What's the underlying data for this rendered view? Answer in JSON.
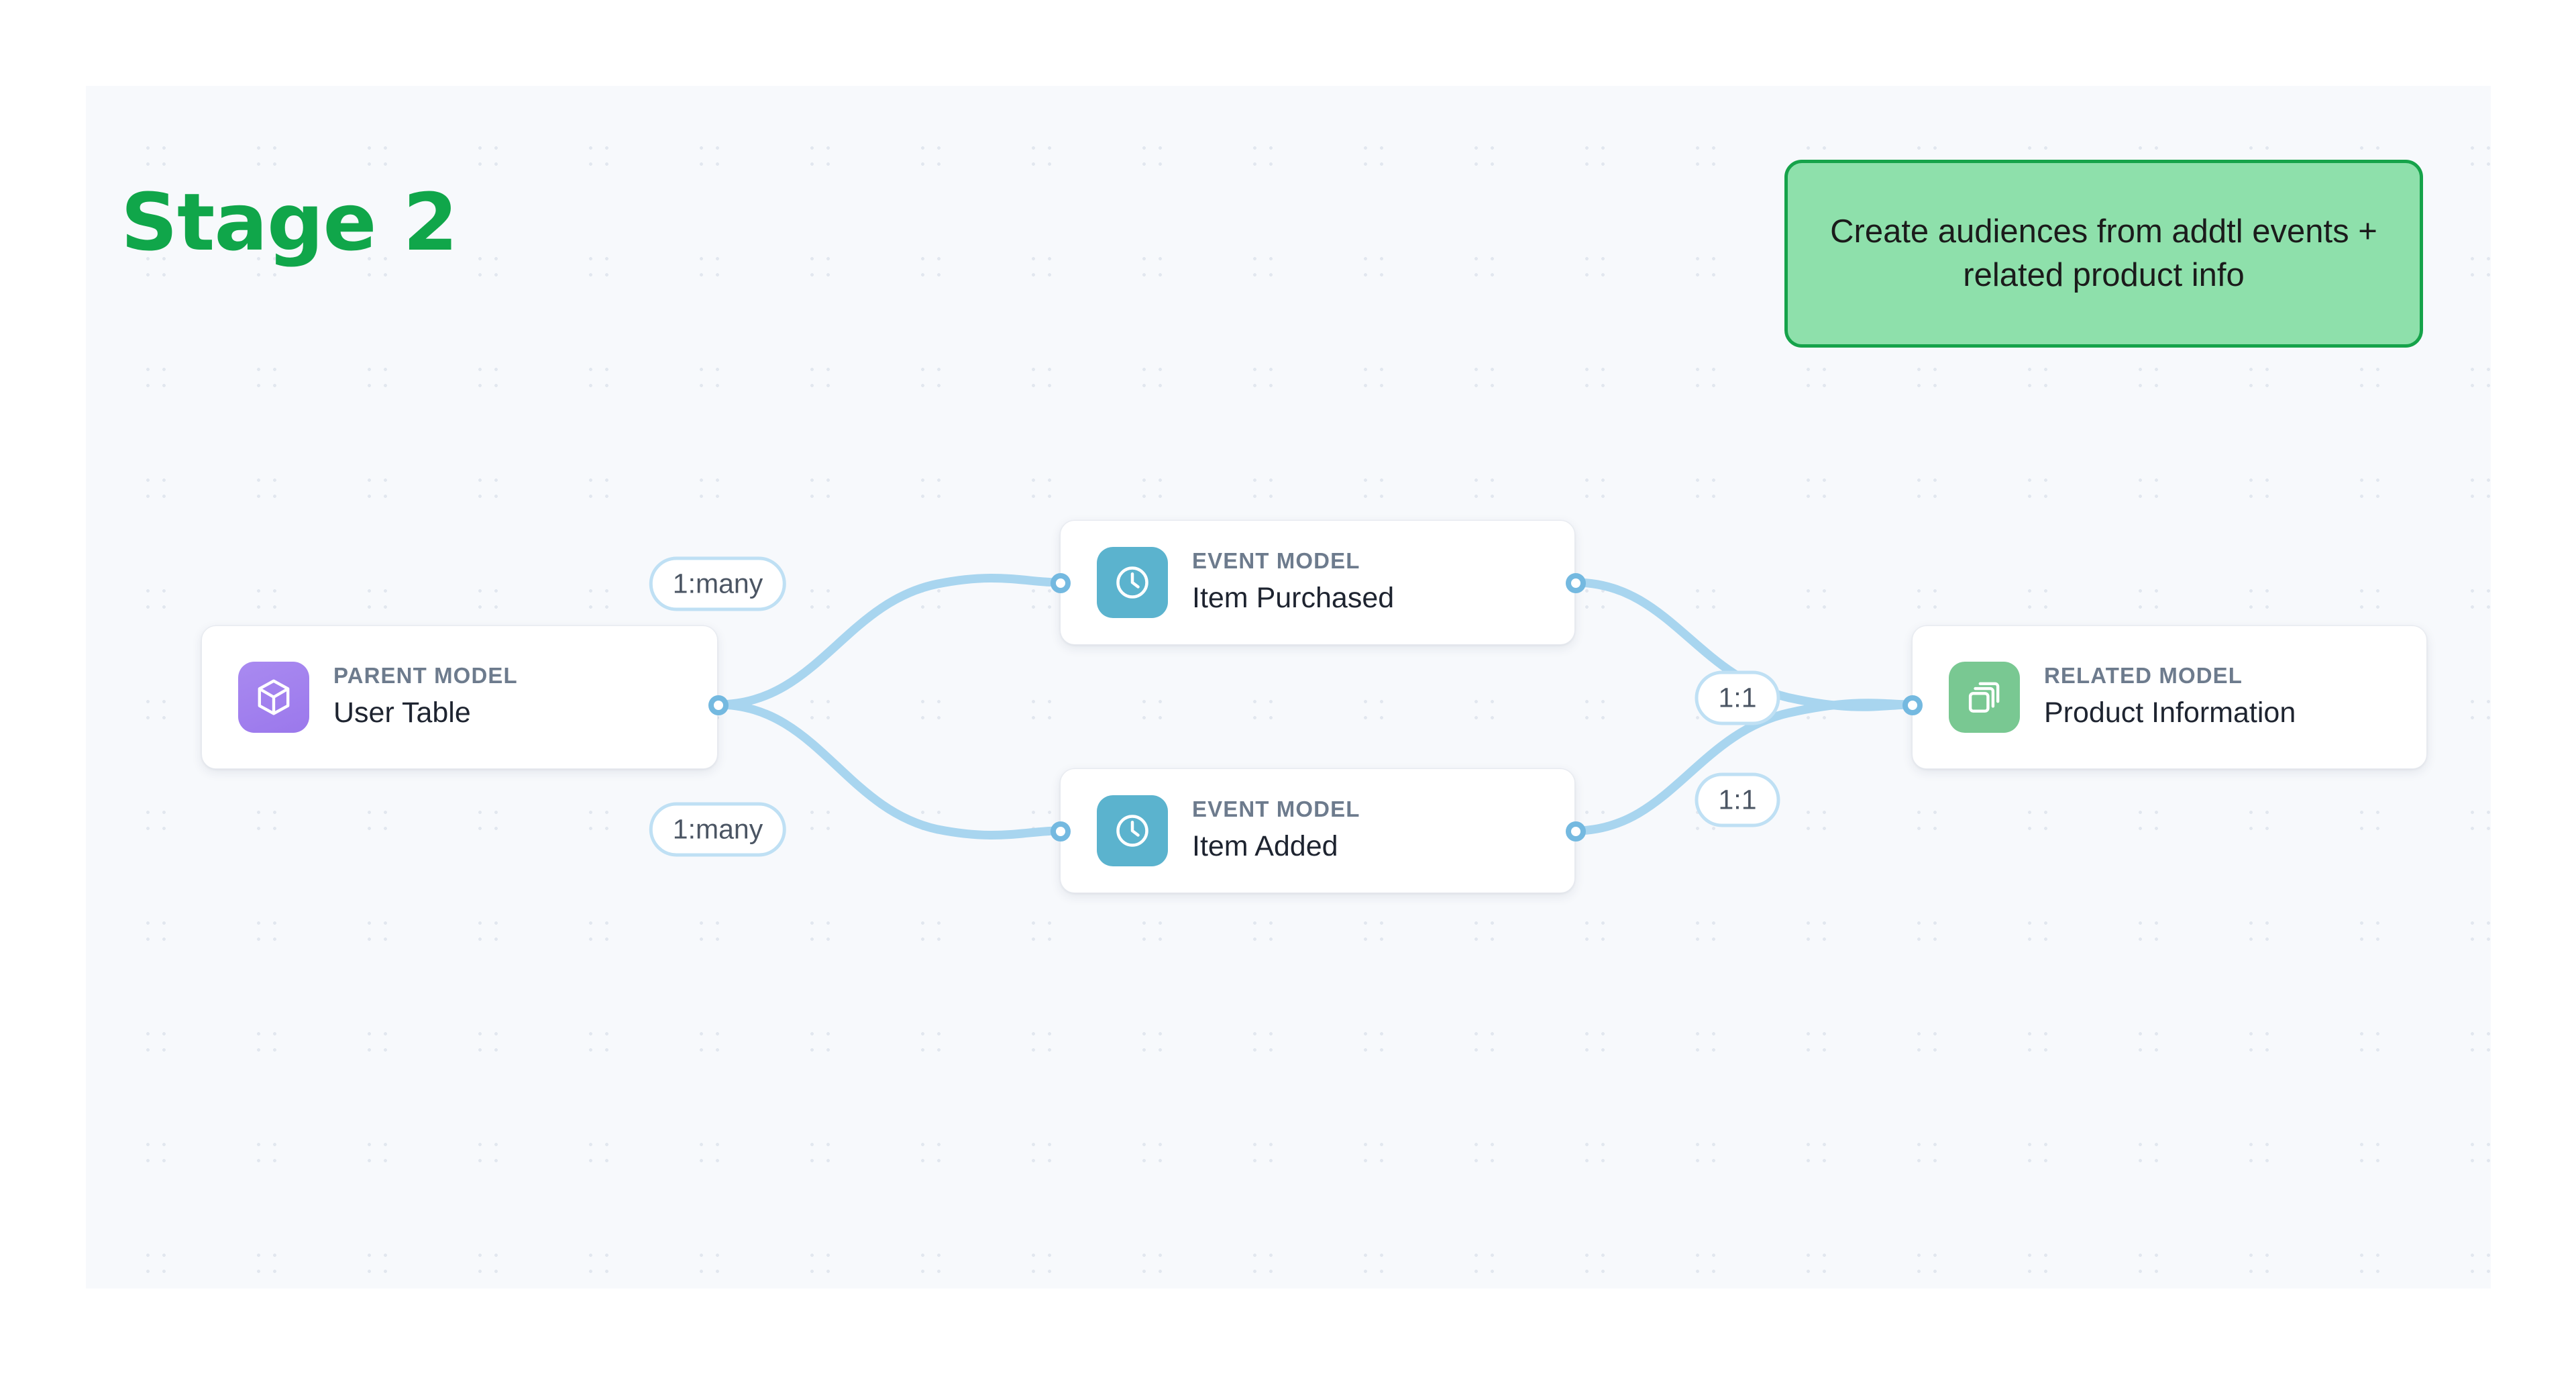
{
  "title": {
    "text": "Stage 2",
    "color": "#10a64a"
  },
  "callout": {
    "text": "Create audiences from addtl events + related product info",
    "fill": "#8ee0ab",
    "border": "#16a34a"
  },
  "canvas": {
    "background": "#f7f9fc",
    "dot_color": "#e2e7ef",
    "edge_color": "#a8d5ef",
    "port_color": "#74b9e0"
  },
  "nodes": [
    {
      "id": "parent",
      "kicker": "PARENT MODEL",
      "title": "User Table",
      "icon": "cube-icon",
      "icon_color": "#9b78ec"
    },
    {
      "id": "event-purchased",
      "kicker": "EVENT MODEL",
      "title": "Item Purchased",
      "icon": "clock-icon",
      "icon_color": "#5bb3ce"
    },
    {
      "id": "event-added",
      "kicker": "EVENT MODEL",
      "title": "Item Added",
      "icon": "clock-icon",
      "icon_color": "#5bb3ce"
    },
    {
      "id": "related",
      "kicker": "RELATED MODEL",
      "title": "Product Information",
      "icon": "layers-icon",
      "icon_color": "#79c892"
    }
  ],
  "edges": [
    {
      "id": "parent-to-purchased",
      "from": "parent",
      "to": "event-purchased",
      "label": "1:many"
    },
    {
      "id": "parent-to-added",
      "from": "parent",
      "to": "event-added",
      "label": "1:many"
    },
    {
      "id": "purchased-to-related",
      "from": "event-purchased",
      "to": "related",
      "label": "1:1"
    },
    {
      "id": "added-to-related",
      "from": "event-added",
      "to": "related",
      "label": "1:1"
    }
  ]
}
